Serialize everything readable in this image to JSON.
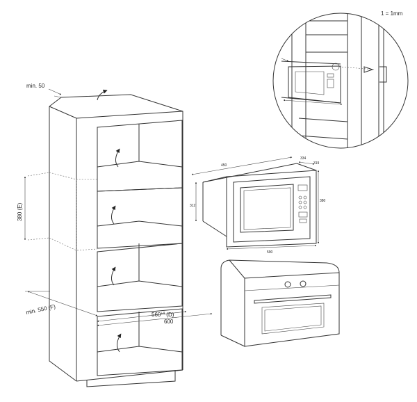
{
  "scale_note": "1 = 1mm",
  "cabinet": {
    "min_top_gap": "min. 50",
    "niche_height": "380 (E)",
    "min_depth": "min. 550 (F)",
    "inner_width": "560",
    "inner_width_tolerance": "+4",
    "inner_width_ref": "(D)",
    "outer_width": "600"
  },
  "microwave": {
    "width_top": "450",
    "depth": "334",
    "side_offset": "319",
    "height_frame": "380",
    "height_body": "312",
    "bottom_width": "590"
  },
  "colors": {
    "line": "#333333",
    "background": "#ffffff"
  },
  "icons": [
    "airflow-arrow-icon",
    "magnifier-inset"
  ]
}
